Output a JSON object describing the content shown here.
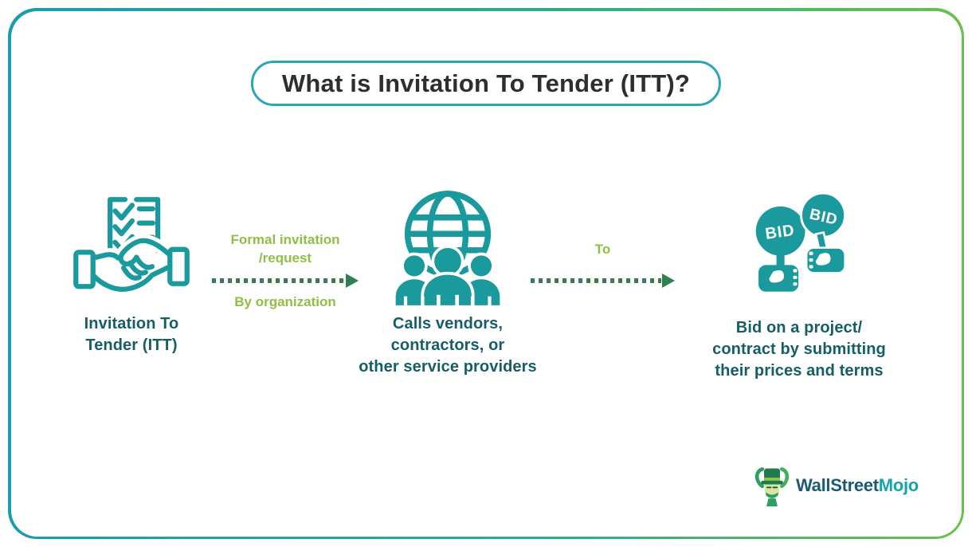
{
  "page": {
    "title": "What is Invitation To Tender (ITT)?"
  },
  "flow": {
    "nodes": [
      {
        "icon": "handshake-checklist-icon",
        "label": "Invitation To\nTender (ITT)"
      },
      {
        "icon": "globe-people-icon",
        "label": "Calls vendors,\ncontractors, or\nother service providers"
      },
      {
        "icon": "bid-paddles-icon",
        "label": "Bid on a project/\ncontract by submitting\ntheir prices and terms"
      }
    ],
    "arrows": [
      {
        "label_top": "Formal invitation\n/request",
        "label_bottom": "By organization"
      },
      {
        "label_top": "To"
      }
    ],
    "bid_paddle_text": "BID"
  },
  "branding": {
    "logo_text_primary": "WallStreet",
    "logo_text_secondary": "Mojo",
    "mascot": "leprechaun-mascot-icon"
  },
  "colors": {
    "icon_teal": "#1B9A9E",
    "caption_dark_teal": "#155E66",
    "label_green": "#8FC045",
    "arrow_dots_green": "#3F7B52",
    "arrowhead_green": "#2F8050",
    "title_border_teal": "#2BA6B4",
    "title_text": "#2E2E2E",
    "frame_gradient_start": "#1B9BAC",
    "frame_gradient_end": "#67C14F",
    "logo_navy": "#1B5A75",
    "logo_teal": "#16A3A9"
  }
}
